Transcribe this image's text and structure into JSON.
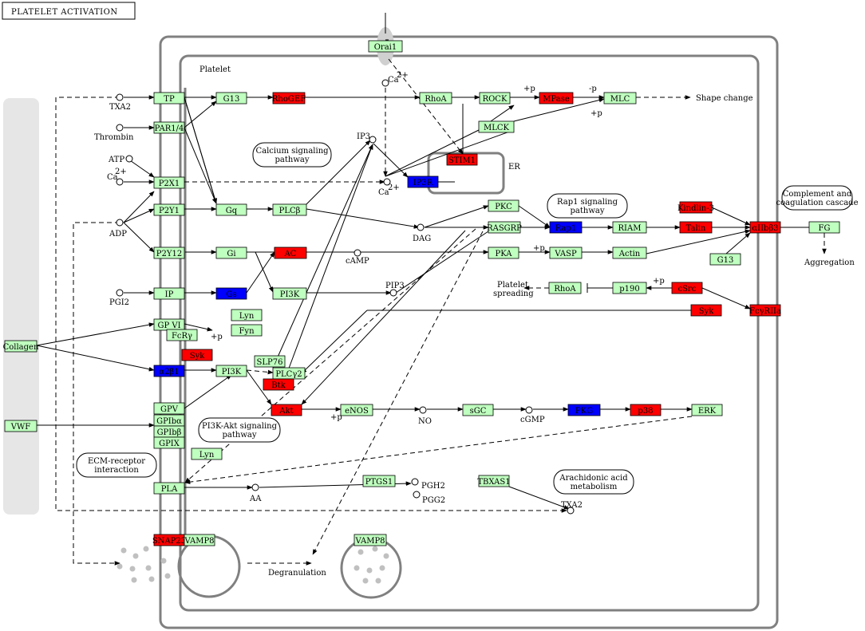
{
  "title": "PLATELET ACTIVATION",
  "colors": {
    "green": "#bfffbf",
    "red": "#ff0000",
    "blue": "#0000ff",
    "membrane": "#808080",
    "ecm": "#e6e6e6"
  },
  "compartments": {
    "platelet": "Platelet",
    "er": "ER"
  },
  "genes": [
    {
      "id": "orai1",
      "label": "Orai1",
      "color": "green"
    },
    {
      "id": "tp",
      "label": "TP",
      "color": "green"
    },
    {
      "id": "g13a",
      "label": "G13",
      "color": "green"
    },
    {
      "id": "rhogef",
      "label": "RhoGEF",
      "color": "red"
    },
    {
      "id": "rhoa1",
      "label": "RhoA",
      "color": "green"
    },
    {
      "id": "rock",
      "label": "ROCK",
      "color": "green"
    },
    {
      "id": "mpase",
      "label": "MPase",
      "color": "red"
    },
    {
      "id": "mlc",
      "label": "MLC",
      "color": "green"
    },
    {
      "id": "par14",
      "label": "PAR1/4",
      "color": "green"
    },
    {
      "id": "mlck",
      "label": "MLCK",
      "color": "green"
    },
    {
      "id": "stim1",
      "label": "STIM1",
      "color": "red"
    },
    {
      "id": "p2x1",
      "label": "P2X1",
      "color": "green"
    },
    {
      "id": "ip3r",
      "label": "IP3R",
      "color": "blue"
    },
    {
      "id": "p2y1",
      "label": "P2Y1",
      "color": "green"
    },
    {
      "id": "gq",
      "label": "Gq",
      "color": "green"
    },
    {
      "id": "plcb",
      "label": "PLCβ",
      "color": "green"
    },
    {
      "id": "pkc",
      "label": "PKC",
      "color": "green"
    },
    {
      "id": "rasgrp",
      "label": "RASGRP",
      "color": "green"
    },
    {
      "id": "rap1",
      "label": "Rap1",
      "color": "blue"
    },
    {
      "id": "riam",
      "label": "RIAM",
      "color": "green"
    },
    {
      "id": "kindlin3",
      "label": "Kindlin-3",
      "color": "red"
    },
    {
      "id": "talin",
      "label": "Talin",
      "color": "red"
    },
    {
      "id": "aiib3",
      "label": "αIIbβ3",
      "color": "red"
    },
    {
      "id": "fg",
      "label": "FG",
      "color": "green"
    },
    {
      "id": "p2y12",
      "label": "P2Y12",
      "color": "green"
    },
    {
      "id": "gi",
      "label": "Gi",
      "color": "green"
    },
    {
      "id": "ac",
      "label": "AC",
      "color": "red"
    },
    {
      "id": "pka",
      "label": "PKA",
      "color": "green"
    },
    {
      "id": "vasp",
      "label": "VASP",
      "color": "green"
    },
    {
      "id": "actin",
      "label": "Actin",
      "color": "green"
    },
    {
      "id": "g13b",
      "label": "G13",
      "color": "green"
    },
    {
      "id": "ip",
      "label": "IP",
      "color": "green"
    },
    {
      "id": "gs",
      "label": "Gs",
      "color": "blue"
    },
    {
      "id": "pi3k1",
      "label": "PI3K",
      "color": "green"
    },
    {
      "id": "rhoa2",
      "label": "RhoA",
      "color": "green"
    },
    {
      "id": "p190",
      "label": "p190",
      "color": "green"
    },
    {
      "id": "csrc",
      "label": "cSrc",
      "color": "red"
    },
    {
      "id": "gpvi",
      "label": "GP VI",
      "color": "green"
    },
    {
      "id": "lyn1",
      "label": "Lyn",
      "color": "green"
    },
    {
      "id": "fyn",
      "label": "Fyn",
      "color": "green"
    },
    {
      "id": "fcry",
      "label": "FcRγ",
      "color": "green"
    },
    {
      "id": "syk1",
      "label": "Syk",
      "color": "red"
    },
    {
      "id": "fcgr2a",
      "label": "FcγRIIa",
      "color": "red"
    },
    {
      "id": "syk2",
      "label": "Syk",
      "color": "red"
    },
    {
      "id": "collagen",
      "label": "Collagen",
      "color": "green"
    },
    {
      "id": "a2b1",
      "label": "α2β1",
      "color": "blue"
    },
    {
      "id": "pi3k2",
      "label": "PI3K",
      "color": "green"
    },
    {
      "id": "slp76",
      "label": "SLP76",
      "color": "green"
    },
    {
      "id": "plcg2",
      "label": "PLCγ2",
      "color": "green"
    },
    {
      "id": "btk",
      "label": "Btk",
      "color": "red"
    },
    {
      "id": "akt",
      "label": "Akt",
      "color": "red"
    },
    {
      "id": "enos",
      "label": "eNOS",
      "color": "green"
    },
    {
      "id": "sgc",
      "label": "sGC",
      "color": "green"
    },
    {
      "id": "pkg",
      "label": "PKG",
      "color": "blue"
    },
    {
      "id": "p38",
      "label": "p38",
      "color": "red"
    },
    {
      "id": "erk",
      "label": "ERK",
      "color": "green"
    },
    {
      "id": "gpv",
      "label": "GPV",
      "color": "green"
    },
    {
      "id": "gpiba",
      "label": "GPIbα",
      "color": "green"
    },
    {
      "id": "gpibb",
      "label": "GPIbβ",
      "color": "green"
    },
    {
      "id": "gpix",
      "label": "GPIX",
      "color": "green"
    },
    {
      "id": "lyn2",
      "label": "Lyn",
      "color": "green"
    },
    {
      "id": "vwf",
      "label": "VWF",
      "color": "green"
    },
    {
      "id": "pla",
      "label": "PLA",
      "color": "green"
    },
    {
      "id": "ptgs1",
      "label": "PTGS1",
      "color": "green"
    },
    {
      "id": "tbxas1",
      "label": "TBXAS1",
      "color": "green"
    },
    {
      "id": "snap23",
      "label": "SNAP23",
      "color": "red"
    },
    {
      "id": "vamp8a",
      "label": "VAMP8",
      "color": "green"
    },
    {
      "id": "vamp8b",
      "label": "VAMP8",
      "color": "green"
    }
  ],
  "compounds": {
    "txa2_in": "TXA2",
    "thrombin": "Thrombin",
    "atp": "ATP",
    "ca_out": "Ca",
    "adp": "ADP",
    "pgi2": "PGI2",
    "ca_top": "Ca",
    "ca_er": "Ca",
    "ip3": "IP3",
    "dag": "DAG",
    "camp": "cAMP",
    "pip3": "PIP3",
    "no": "NO",
    "cgmp": "cGMP",
    "aa": "AA",
    "pgh2": "PGH2",
    "pgg2": "PGG2",
    "txa2_out": "TXA2",
    "sup": "2+"
  },
  "pathways": {
    "calcium": [
      "Calcium signaling",
      "pathway"
    ],
    "rap1": [
      "Rap1 signaling",
      "pathway"
    ],
    "complement": [
      "Complement and",
      "coagulation cascade"
    ],
    "pi3kakt": [
      "PI3K-Akt signaling",
      "pathway"
    ],
    "ecm": [
      "ECM-receptor",
      "interaction"
    ],
    "arachidonic": [
      "Arachidonic acid",
      "metabolism"
    ]
  },
  "outcomes": {
    "shape": "Shape change",
    "aggregation": "Aggregation",
    "spreading": [
      "Platelet",
      "spreading"
    ],
    "degranulation": "Degranulation"
  },
  "modifiers": {
    "p1": "+p",
    "p2": "-p",
    "p3": "+p",
    "p4": "+p",
    "p5": "+p",
    "p6": "+p",
    "p7": "+p"
  }
}
